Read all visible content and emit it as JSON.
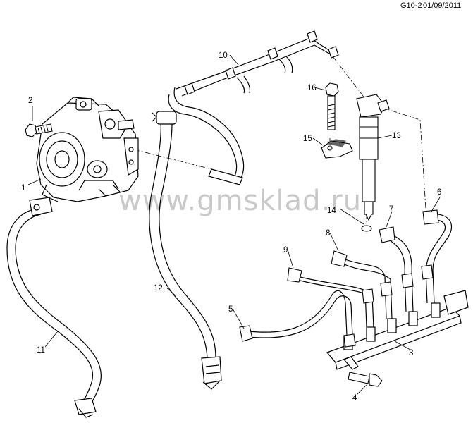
{
  "header": {
    "code": "G10-2",
    "date": "01/09/2011"
  },
  "watermark": "www.gmsklad.ru",
  "callouts": {
    "c1": "1",
    "c2": "2",
    "c3": "3",
    "c4": "4",
    "c5": "5",
    "c6": "6",
    "c7": "7",
    "c8": "8",
    "c9": "9",
    "c10": "10",
    "c11": "11",
    "c12": "12",
    "c13": "13",
    "c14": "14",
    "c15": "15",
    "c16": "16"
  }
}
